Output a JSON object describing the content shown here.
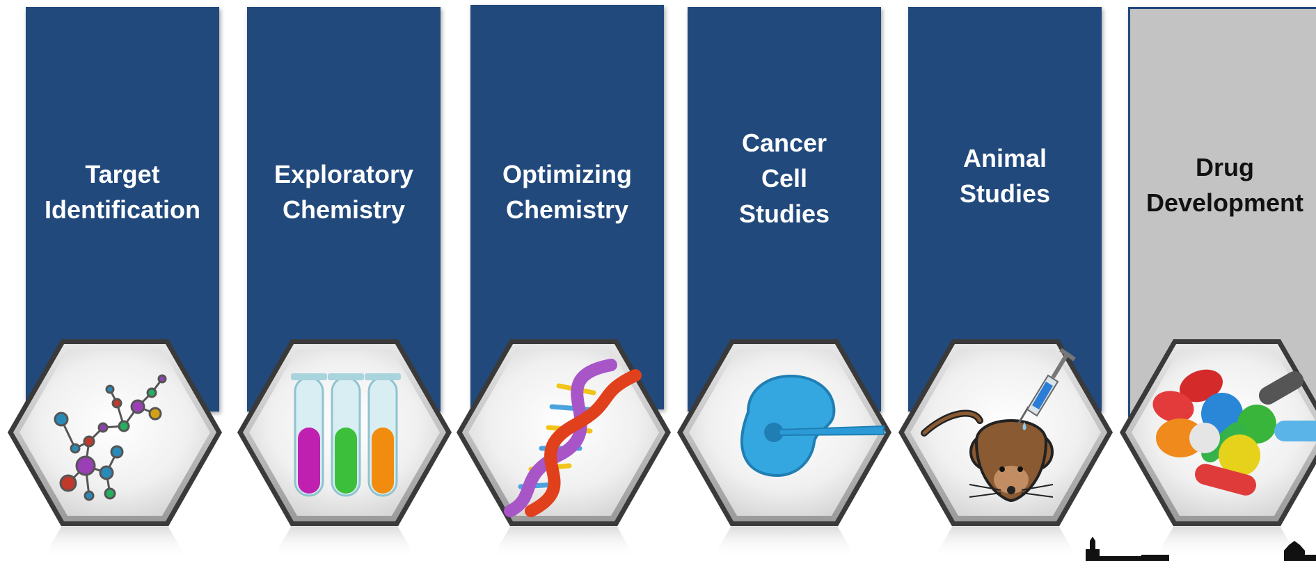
{
  "steps": [
    {
      "lines": [
        "Target",
        "Identification"
      ],
      "icon": "molecule-icon",
      "panel_color": "#21497c",
      "text_color": "#ffffff"
    },
    {
      "lines": [
        "Exploratory",
        "Chemistry"
      ],
      "icon": "test-tubes-icon",
      "panel_color": "#21497c",
      "text_color": "#ffffff"
    },
    {
      "lines": [
        "Optimizing",
        "Chemistry"
      ],
      "icon": "dna-icon",
      "panel_color": "#21497c",
      "text_color": "#ffffff"
    },
    {
      "lines": [
        "Cancer",
        "Cell",
        "Studies"
      ],
      "icon": "cell-injection-icon",
      "panel_color": "#21497c",
      "text_color": "#ffffff"
    },
    {
      "lines": [
        "Animal",
        "Studies"
      ],
      "icon": "mouse-syringe-icon",
      "panel_color": "#21497c",
      "text_color": "#ffffff"
    },
    {
      "lines": [
        "Drug",
        "Development"
      ],
      "icon": "pills-icon",
      "panel_color": "#c3c3c3",
      "text_color": "#111111"
    }
  ]
}
